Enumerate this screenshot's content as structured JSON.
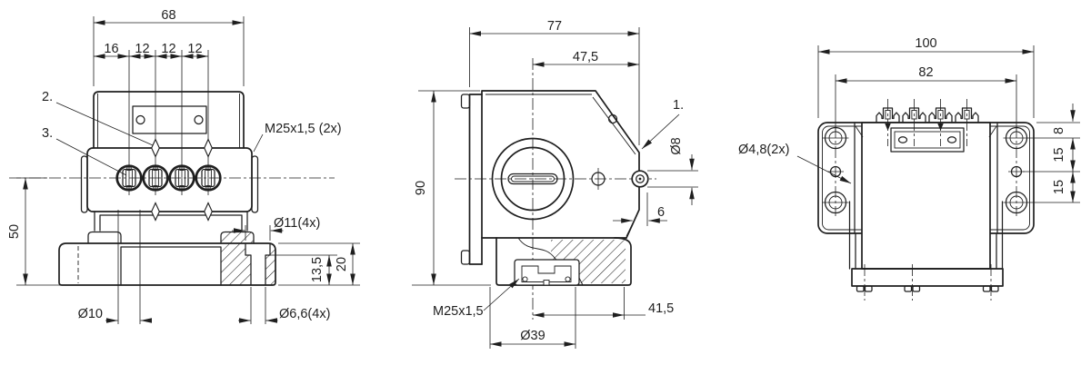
{
  "colors": {
    "line": "#1f1f1f",
    "background": "#ffffff"
  },
  "views": {
    "front": {
      "dim_width": "68",
      "pitch1": "16",
      "pitch2": "12",
      "pitch3": "12",
      "pitch4": "12",
      "callout2": "2.",
      "callout3": "3.",
      "gland_label": "M25x1,5 (2x)",
      "dim_height": "50",
      "dim_counterbore": "Ø11(4x)",
      "dim_cb_depth": "13,5",
      "dim_base_height": "20",
      "dim_hole": "Ø10",
      "dim_hole_small": "Ø6,6(4x)"
    },
    "side": {
      "dim_depth": "77",
      "dim_offset": "47,5",
      "dim_height": "90",
      "callout1": "1.",
      "dim_pin": "Ø8",
      "dim_pin_offset": "6",
      "thread_label": "M25x1,5",
      "dim_flange": "Ø39",
      "dim_flange_offset": "41,5"
    },
    "back": {
      "dim_width": "100",
      "dim_inner_width": "82",
      "hole_label": "Ø4,8(2x)",
      "dim_v_top": "8",
      "dim_v_mid": "15",
      "dim_v_bot": "15"
    }
  }
}
